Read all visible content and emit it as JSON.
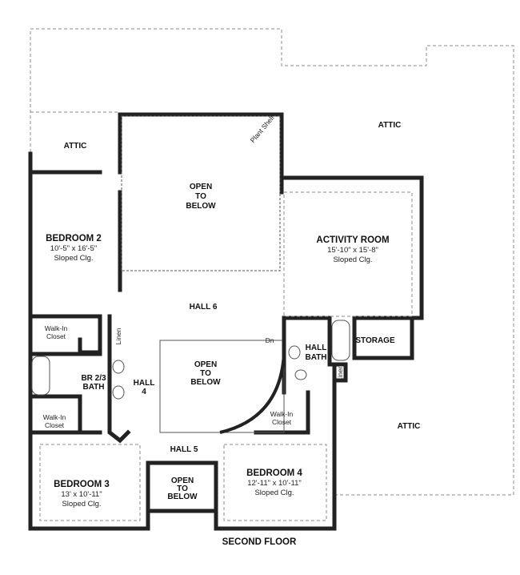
{
  "floor_title": "SECOND FLOOR",
  "rooms": {
    "attic_left": "ATTIC",
    "attic_top_right": "ATTIC",
    "attic_bottom_right": "ATTIC",
    "open_upper": [
      "OPEN",
      "TO",
      "BELOW"
    ],
    "plant_shelf": "Plant Shelf",
    "bedroom2": {
      "name": "BEDROOM 2",
      "size": "10'-5\" x 16'-5\"",
      "note": "Sloped Clg."
    },
    "activity": {
      "name": "ACTIVITY ROOM",
      "size": "15'-10\" x 15'-8\"",
      "note": "Sloped Clg."
    },
    "hall6": "HALL 6",
    "closet_upper_left": [
      "Walk-In",
      "Closet"
    ],
    "linen_left": "Linen",
    "bath23": [
      "BR 2/3",
      "BATH"
    ],
    "hall4": [
      "HALL",
      "4"
    ],
    "open_stair": [
      "OPEN",
      "TO",
      "BELOW"
    ],
    "dn": "Dn",
    "hall_bath": [
      "HALL",
      "BATH"
    ],
    "storage": "STORAGE",
    "linen_right": "Linen",
    "closet_lower_left": [
      "Walk-In",
      "Closet"
    ],
    "closet_right": [
      "Walk-In",
      "Closet"
    ],
    "hall5": "HALL 5",
    "bedroom3": {
      "name": "BEDROOM 3",
      "size": "13' x 10'-11\"",
      "note": "Sloped Clg."
    },
    "open_lower": [
      "OPEN",
      "TO",
      "BELOW"
    ],
    "bedroom4": {
      "name": "BEDROOM 4",
      "size": "12'-11\" x 10'-11\"",
      "note": "Sloped Clg."
    }
  }
}
